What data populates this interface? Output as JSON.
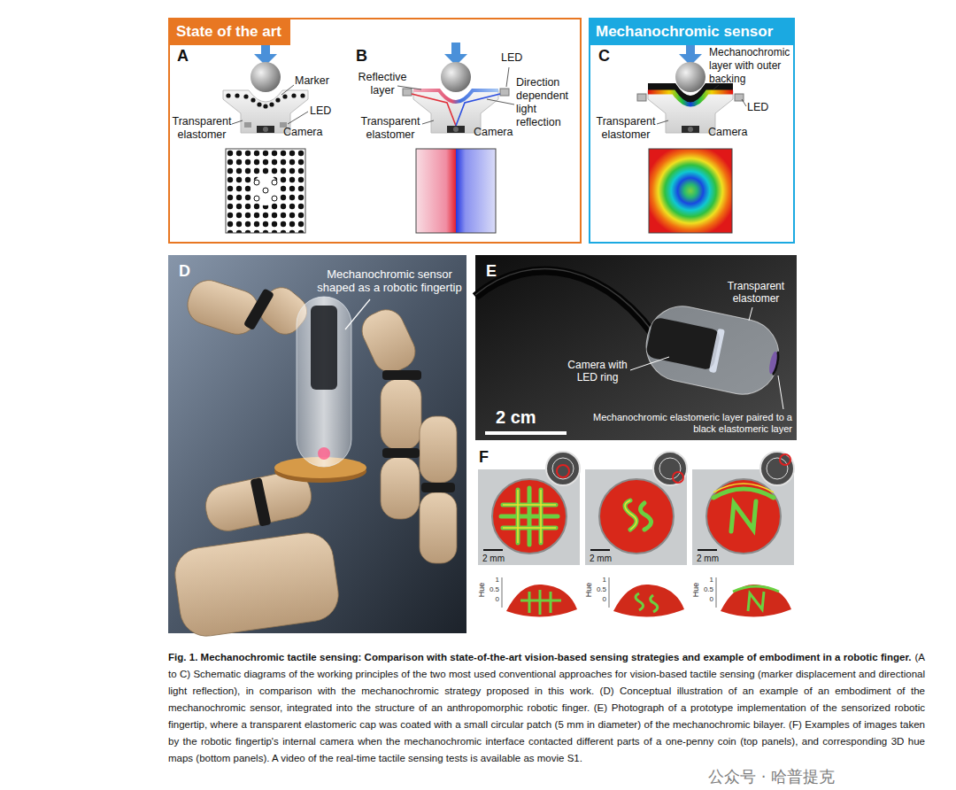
{
  "diagram": {
    "title": "Fig. 1. Mechanochromic tactile sensing: Comparison with state-of-the-art vision-based sensing strategies and example of embodiment in a robotic finger.",
    "caption": "(A to C) Schematic diagrams of the working principles of the two most used conventional approaches for vision-based tactile sensing (marker displacement and directional light reflection), in comparison with the mechanochromic strategy proposed in this work. (D) Conceptual illustration of an example of an embodiment of the mechanochromic sensor, integrated into the structure of an anthropomorphic robotic finger. (E) Photograph of a prototype implementation of the sensorized robotic fingertip, where a transparent elastomeric cap was coated with a small circular patch (5 mm in diameter) of the mechanochromic bilayer. (F) Examples of images taken by the robotic fingertip's internal camera when the mechanochromic interface contacted different parts of a one-penny coin (top panels), and corresponding 3D hue maps (bottom panels). A video of the real-time tactile sensing tests is available as movie S1.",
    "nodes": [
      {
        "text": [
          "State of the art"
        ]
      },
      {
        "text": [
          "Mechanochromic sensor"
        ]
      },
      {
        "text": [
          "D",
          "Mechanochromic sensor shaped as a robotic fingertip"
        ]
      },
      {
        "text": [
          "E",
          "Transparent elastomer",
          "Camera with LED ring",
          "2 cm",
          "Mechanochromic elastomeric layer paired to a black elastomeric layer"
        ]
      },
      {
        "text": [
          "F",
          "2 mm",
          "2 mm",
          "2 mm"
        ]
      }
    ],
    "labels": [
      "A",
      "Marker",
      "Transparent elastomer",
      "LED",
      "Camera",
      "B",
      "Reflective layer",
      "LED",
      "Direction dependent light reflection",
      "Transparent elastomer",
      "Camera",
      "C",
      "Mechanochromic layer with outer backing",
      "Transparent elastomer",
      "LED",
      "Camera",
      "Hue",
      "1",
      "0.5",
      "0",
      "Hue",
      "1",
      "0.5",
      "0",
      "Hue",
      "1",
      "0.5",
      "0",
      "公众号 · 哈普提克"
    ]
  }
}
